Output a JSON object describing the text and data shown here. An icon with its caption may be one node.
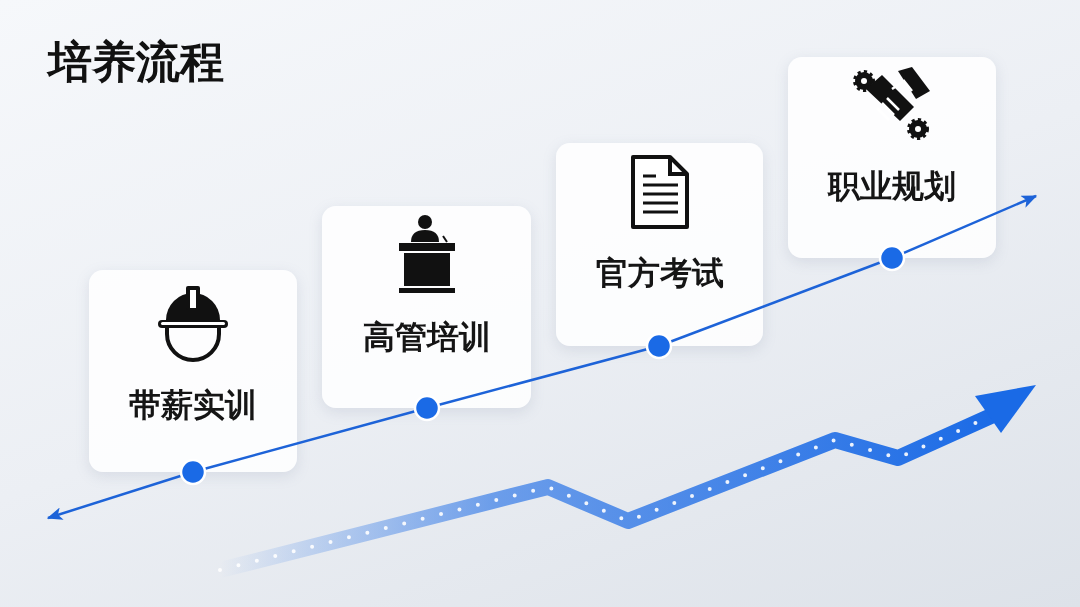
{
  "diagram": {
    "title": "培养流程",
    "nodes": [
      {
        "text": [
          "带薪实训"
        ]
      },
      {
        "text": [
          "高管培训"
        ]
      },
      {
        "text": [
          "官方考试"
        ]
      },
      {
        "text": [
          "职业规划"
        ]
      }
    ],
    "edges": [
      {
        "from": 0,
        "to": null,
        "arrow": "to"
      },
      {
        "from": 0,
        "to": 1,
        "arrow": "none"
      },
      {
        "from": 1,
        "to": 2,
        "arrow": "none"
      },
      {
        "from": 2,
        "to": 3,
        "arrow": "none"
      },
      {
        "from": 3,
        "to": null,
        "arrow": "to"
      }
    ]
  }
}
